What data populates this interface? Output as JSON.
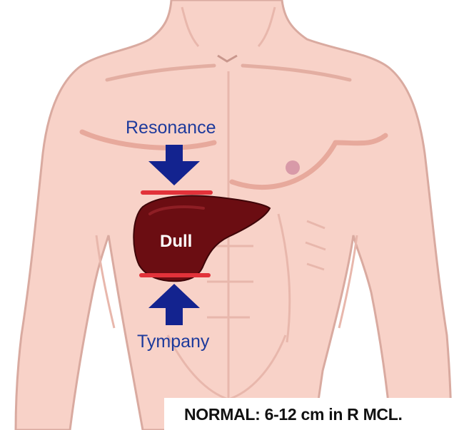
{
  "labels": {
    "top": "Resonance",
    "organ": "Dull",
    "bottom": "Tympany",
    "caption": "NORMAL: 6-12 cm in R MCL."
  },
  "colors": {
    "skin": "#f8d2c8",
    "skin_shadow": "#e7a99c",
    "liver": "#6b0d12",
    "liver_highlight": "#8e1e24",
    "arrow": "#13238f",
    "boundary_line": "#e2323a",
    "label_text": "#1d3a9c"
  },
  "icons": {
    "down_arrow": "arrow-down-icon",
    "up_arrow": "arrow-up-icon"
  }
}
